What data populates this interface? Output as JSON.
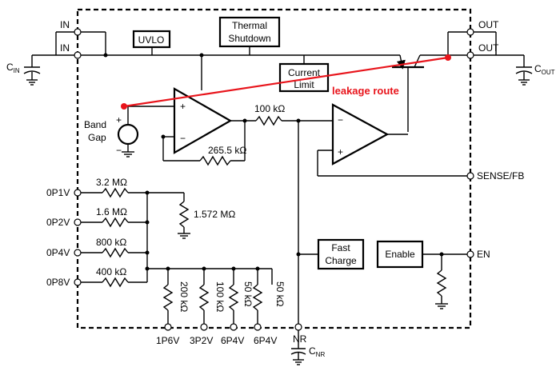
{
  "pins": {
    "in_top": "IN",
    "in_bottom": "IN",
    "out_top": "OUT",
    "out_bottom": "OUT",
    "sense_fb": "SENSE/FB",
    "en": "EN",
    "nr": "NR",
    "p0p1v": "0P1V",
    "p0p2v": "0P2V",
    "p0p4v": "0P4V",
    "p0p8v": "0P8V",
    "p1p6v": "1P6V",
    "p3p2v": "3P2V",
    "p6p4v_a": "6P4V",
    "p6p4v_b": "6P4V"
  },
  "capacitors": {
    "cin_main": "C",
    "cin_sub": "IN",
    "cout_main": "C",
    "cout_sub": "OUT",
    "cnr_main": "C",
    "cnr_sub": "NR"
  },
  "blocks": {
    "uvlo": "UVLO",
    "thermal_line1": "Thermal",
    "thermal_line2": "Shutdown",
    "current_line1": "Current",
    "current_line2": "Limit",
    "fast_line1": "Fast",
    "fast_line2": "Charge",
    "enable": "Enable"
  },
  "bandgap": {
    "line1": "Band",
    "line2": "Gap"
  },
  "opamp": {
    "plus": "+",
    "minus": "−",
    "src_plus": "+",
    "src_minus": "−"
  },
  "resistors": {
    "r_100k_top": "100 kΩ",
    "r_265k": "265.5 kΩ",
    "r_3p2m": "3.2 MΩ",
    "r_1p6m": "1.6 MΩ",
    "r_800k": "800 kΩ",
    "r_400k": "400 kΩ",
    "r_1572m": "1.572 MΩ",
    "r_200k": "200 kΩ",
    "r_100k_v": "100 kΩ",
    "r_50k_a": "50 kΩ",
    "r_50k_b": "50 kΩ"
  },
  "annotation": {
    "text": "leakage route",
    "color": "#e8141b"
  }
}
